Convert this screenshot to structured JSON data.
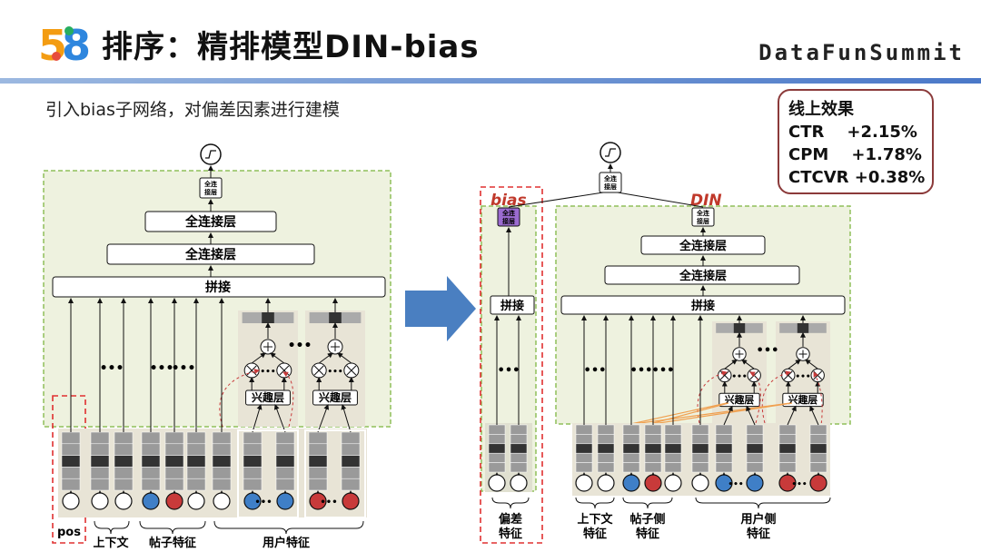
{
  "header": {
    "logo_text": "58",
    "title": "排序：精排模型DIN-bias",
    "brand": "DataFunSummit"
  },
  "subtitle": "引入bias子网络，对偏差因素进行建模",
  "effect_box": {
    "title": "线上效果",
    "lines": [
      "CTR    +2.15%",
      "CPM    +1.78%",
      "CTCVR +0.38%"
    ]
  },
  "left_diagram": {
    "fc_small": "全连\n接层",
    "fc1": "全连接层",
    "fc2": "全连接层",
    "concat": "拼接",
    "interest1": "兴趣层",
    "interest2": "兴趣层",
    "dots": "•••",
    "bottom_labels": {
      "pos": "pos",
      "context": "上下文",
      "post": "帖子特征",
      "user": "用户特征"
    }
  },
  "right_diagram": {
    "bias_label": "bias",
    "din_label": "DIN",
    "fc_top": "全连\n接层",
    "fc_bias": "全连\n接层",
    "fc_din": "全连\n接层",
    "concat_bias": "拼接",
    "fc1": "全连接层",
    "fc2": "全连接层",
    "concat": "拼接",
    "interest1": "兴趣层",
    "interest2": "兴趣层",
    "dots": "•••",
    "bottom_labels": {
      "bias": "偏差\n特征",
      "context": "上下文\n特征",
      "post": "帖子侧\n特征",
      "user": "用户侧\n特征"
    }
  },
  "colors": {
    "green_bg": "#eef2df",
    "green_border": "#8fbf5a",
    "red_dash": "#e03030",
    "arrow_blue": "#4a7fc1",
    "node_blue": "#3f7fc7",
    "node_red": "#c83a3a",
    "bias_label": "#c0392b",
    "orange_line": "#f0a050"
  }
}
